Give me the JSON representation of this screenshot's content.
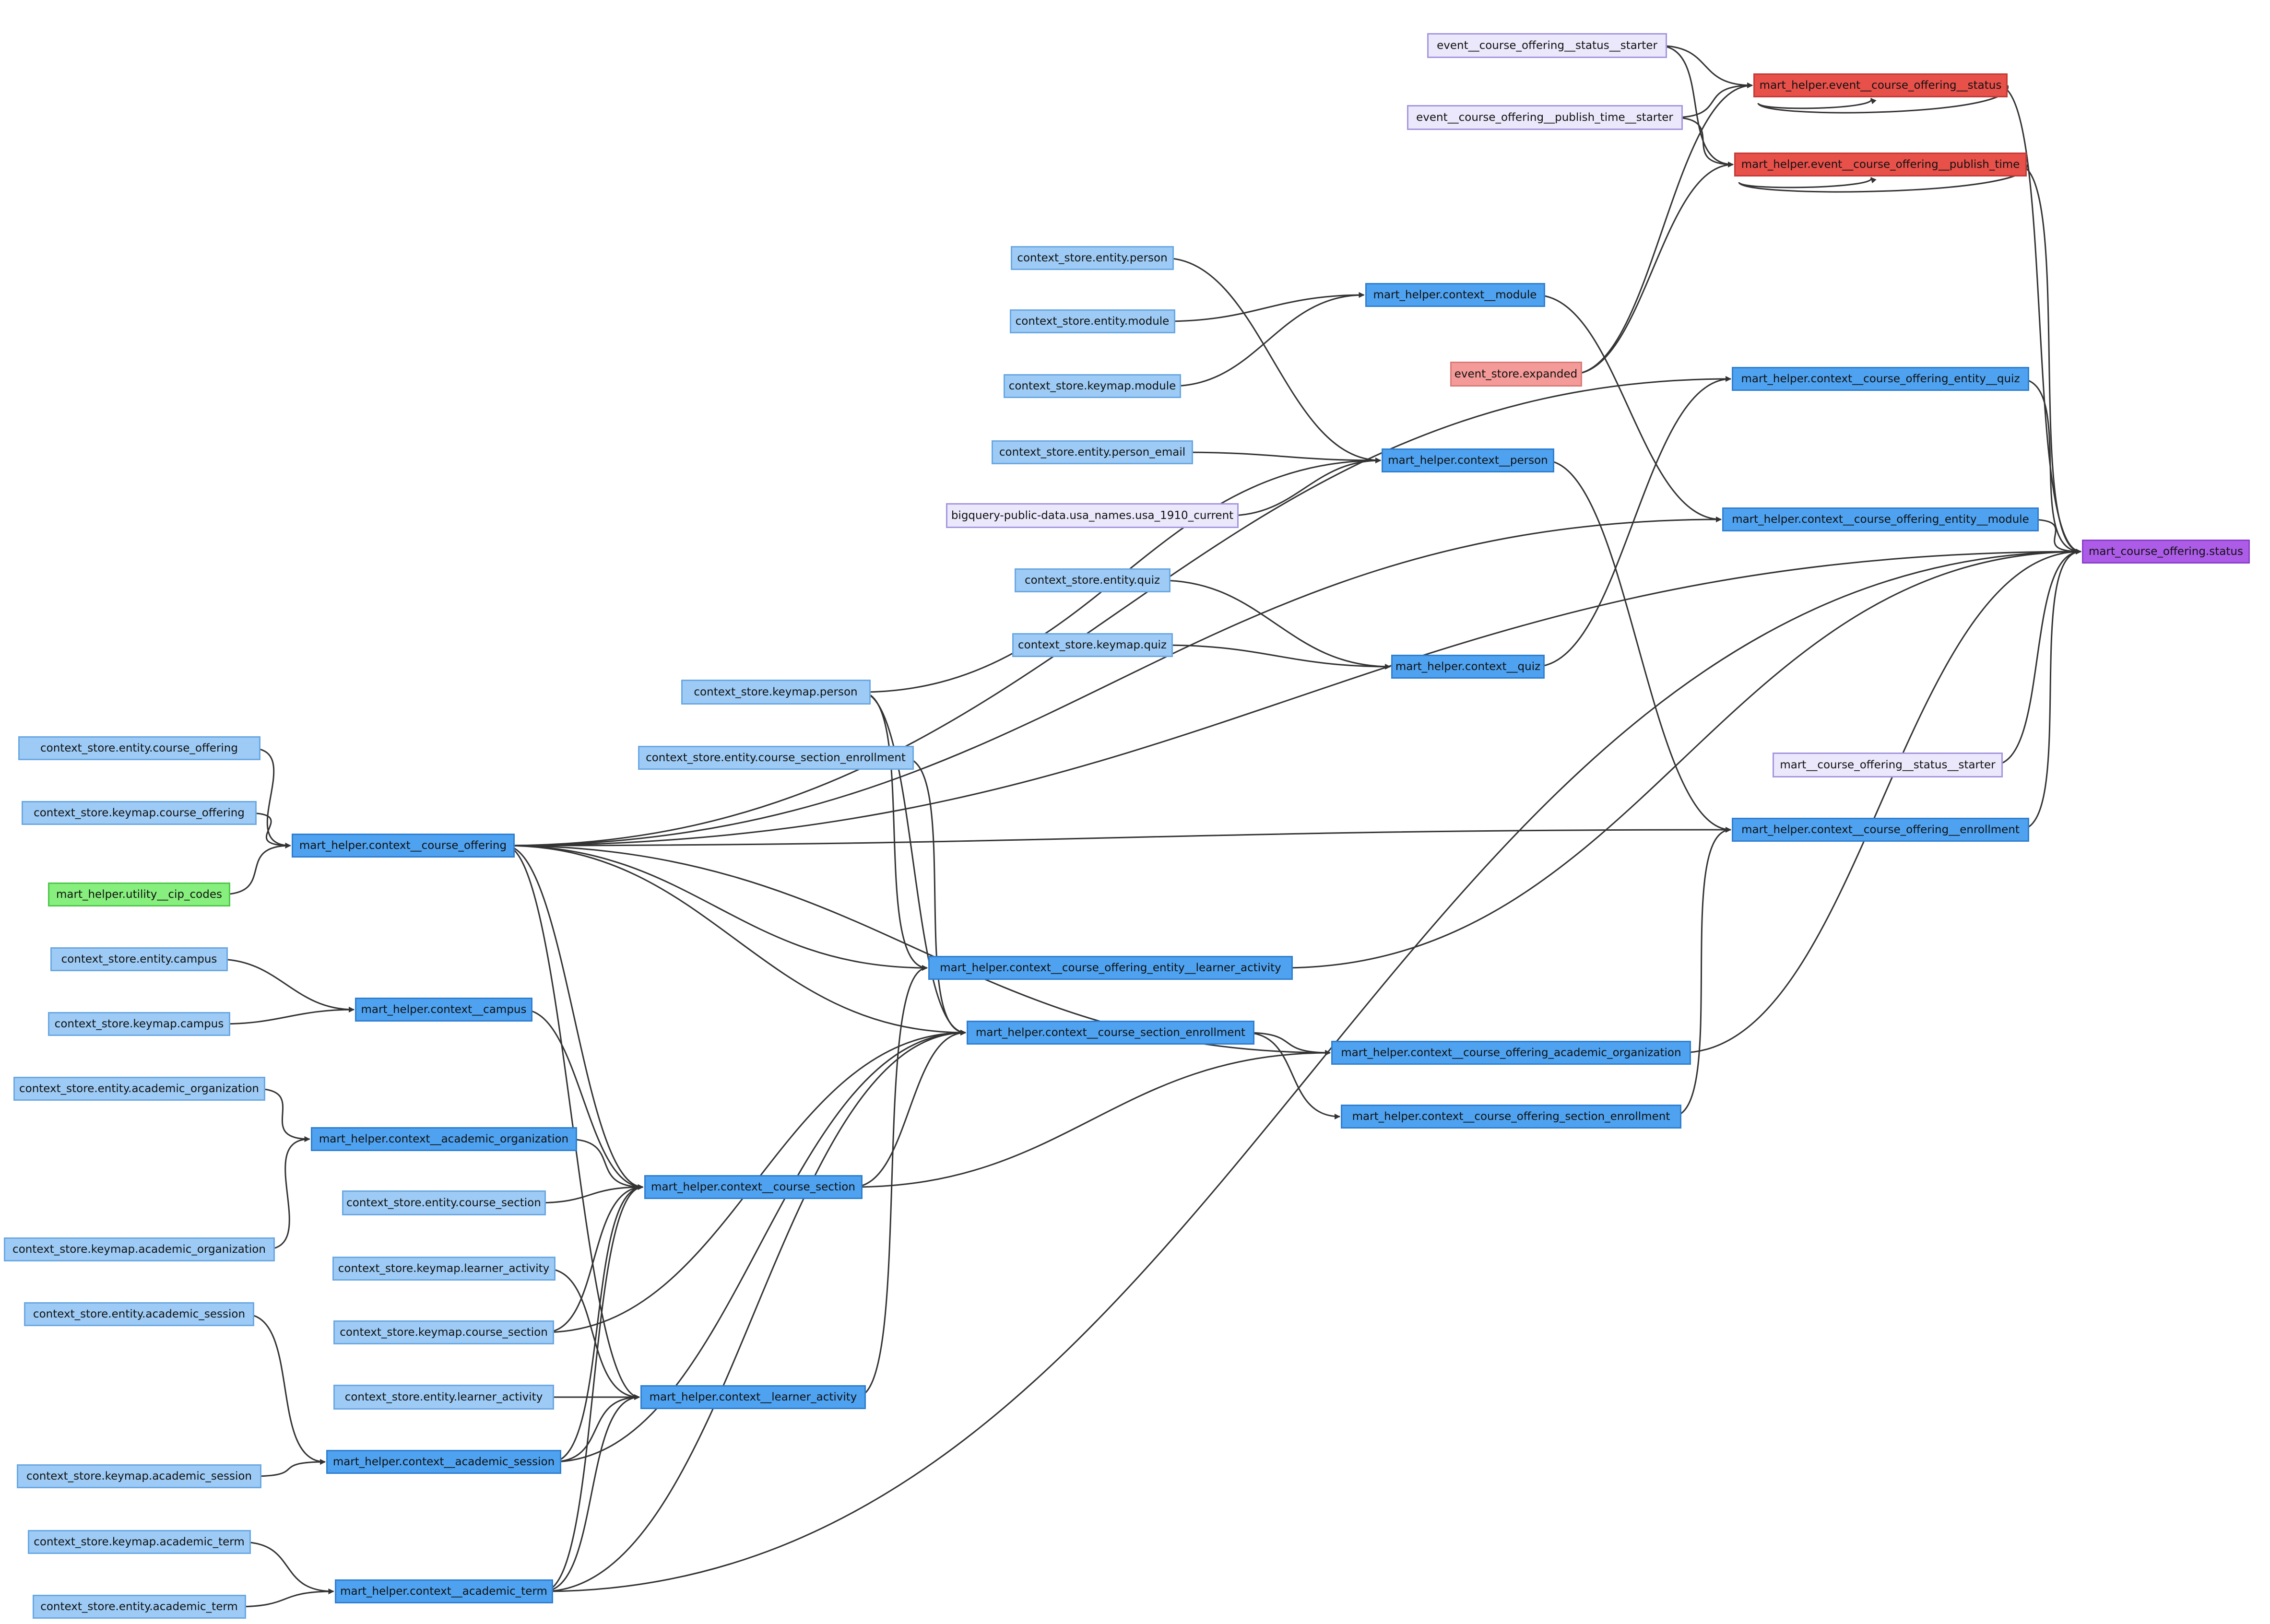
{
  "nodes": [
    {
      "id": "ev_status_starter",
      "label": "event__course_offering__status__starter",
      "kind": "st"
    },
    {
      "id": "ev_publish_starter",
      "label": "event__course_offering__publish_time__starter",
      "kind": "st"
    },
    {
      "id": "ev_status",
      "label": "mart_helper.event__course_offering__status",
      "kind": "ev"
    },
    {
      "id": "ev_publish",
      "label": "mart_helper.event__course_offering__publish_time",
      "kind": "ev"
    },
    {
      "id": "ent_person",
      "label": "context_store.entity.person",
      "kind": "src"
    },
    {
      "id": "ent_module",
      "label": "context_store.entity.module",
      "kind": "src"
    },
    {
      "id": "key_module",
      "label": "context_store.keymap.module",
      "kind": "src"
    },
    {
      "id": "ctx_module",
      "label": "mart_helper.context__module",
      "kind": "ctx"
    },
    {
      "id": "event_expanded",
      "label": "event_store.expanded",
      "kind": "evs"
    },
    {
      "id": "ctx_co_quiz",
      "label": "mart_helper.context__course_offering_entity__quiz",
      "kind": "ctx"
    },
    {
      "id": "ent_person_email",
      "label": "context_store.entity.person_email",
      "kind": "src"
    },
    {
      "id": "ctx_person",
      "label": "mart_helper.context__person",
      "kind": "ctx"
    },
    {
      "id": "bq_names",
      "label": "bigquery-public-data.usa_names.usa_1910_current",
      "kind": "st"
    },
    {
      "id": "ctx_co_module",
      "label": "mart_helper.context__course_offering_entity__module",
      "kind": "ctx"
    },
    {
      "id": "mart_status",
      "label": "mart_course_offering.status",
      "kind": "mart"
    },
    {
      "id": "ent_quiz",
      "label": "context_store.entity.quiz",
      "kind": "src"
    },
    {
      "id": "key_quiz",
      "label": "context_store.keymap.quiz",
      "kind": "src"
    },
    {
      "id": "ctx_quiz",
      "label": "mart_helper.context__quiz",
      "kind": "ctx"
    },
    {
      "id": "key_person",
      "label": "context_store.keymap.person",
      "kind": "src"
    },
    {
      "id": "ent_co",
      "label": "context_store.entity.course_offering",
      "kind": "src"
    },
    {
      "id": "ent_cse",
      "label": "context_store.entity.course_section_enrollment",
      "kind": "src"
    },
    {
      "id": "mart_starter",
      "label": "mart__course_offering__status__starter",
      "kind": "st"
    },
    {
      "id": "key_co",
      "label": "context_store.keymap.course_offering",
      "kind": "src"
    },
    {
      "id": "ctx_co",
      "label": "mart_helper.context__course_offering",
      "kind": "ctx"
    },
    {
      "id": "ctx_co_enroll",
      "label": "mart_helper.context__course_offering__enrollment",
      "kind": "ctx"
    },
    {
      "id": "util_cip",
      "label": "mart_helper.utility__cip_codes",
      "kind": "util"
    },
    {
      "id": "ent_campus",
      "label": "context_store.entity.campus",
      "kind": "src"
    },
    {
      "id": "ctx_co_la",
      "label": "mart_helper.context__course_offering_entity__learner_activity",
      "kind": "ctx"
    },
    {
      "id": "key_campus",
      "label": "context_store.keymap.campus",
      "kind": "src"
    },
    {
      "id": "ctx_campus",
      "label": "mart_helper.context__campus",
      "kind": "ctx"
    },
    {
      "id": "ctx_cse",
      "label": "mart_helper.context__course_section_enrollment",
      "kind": "ctx"
    },
    {
      "id": "ctx_co_ao",
      "label": "mart_helper.context__course_offering_academic_organization",
      "kind": "ctx"
    },
    {
      "id": "ent_ao",
      "label": "context_store.entity.academic_organization",
      "kind": "src"
    },
    {
      "id": "ctx_ao",
      "label": "mart_helper.context__academic_organization",
      "kind": "ctx"
    },
    {
      "id": "ctx_co_se",
      "label": "mart_helper.context__course_offering_section_enrollment",
      "kind": "ctx"
    },
    {
      "id": "ent_cs",
      "label": "context_store.entity.course_section",
      "kind": "src"
    },
    {
      "id": "ctx_cs",
      "label": "mart_helper.context__course_section",
      "kind": "ctx"
    },
    {
      "id": "key_ao",
      "label": "context_store.keymap.academic_organization",
      "kind": "src"
    },
    {
      "id": "key_la",
      "label": "context_store.keymap.learner_activity",
      "kind": "src"
    },
    {
      "id": "ent_as",
      "label": "context_store.entity.academic_session",
      "kind": "src"
    },
    {
      "id": "key_cs",
      "label": "context_store.keymap.course_section",
      "kind": "src"
    },
    {
      "id": "ent_la",
      "label": "context_store.entity.learner_activity",
      "kind": "src"
    },
    {
      "id": "ctx_la",
      "label": "mart_helper.context__learner_activity",
      "kind": "ctx"
    },
    {
      "id": "ctx_as",
      "label": "mart_helper.context__academic_session",
      "kind": "ctx"
    },
    {
      "id": "key_as",
      "label": "context_store.keymap.academic_session",
      "kind": "src"
    },
    {
      "id": "key_at",
      "label": "context_store.keymap.academic_term",
      "kind": "src"
    },
    {
      "id": "ctx_at",
      "label": "mart_helper.context__academic_term",
      "kind": "ctx"
    },
    {
      "id": "ent_at",
      "label": "context_store.entity.academic_term",
      "kind": "src"
    }
  ],
  "edges": [
    [
      "ev_status_starter",
      "ev_status"
    ],
    [
      "ev_publish_starter",
      "ev_publish"
    ],
    [
      "ev_status_starter",
      "ev_publish"
    ],
    [
      "ev_publish_starter",
      "ev_status"
    ],
    [
      "ev_status",
      "ev_status"
    ],
    [
      "ev_publish",
      "ev_publish"
    ],
    [
      "event_expanded",
      "ev_status"
    ],
    [
      "event_expanded",
      "ev_publish"
    ],
    [
      "ev_status",
      "mart_status"
    ],
    [
      "ev_publish",
      "mart_status"
    ],
    [
      "ent_person",
      "ctx_person"
    ],
    [
      "ent_module",
      "ctx_module"
    ],
    [
      "key_module",
      "ctx_module"
    ],
    [
      "ent_person_email",
      "ctx_person"
    ],
    [
      "bq_names",
      "ctx_person"
    ],
    [
      "key_person",
      "ctx_person"
    ],
    [
      "ent_quiz",
      "ctx_quiz"
    ],
    [
      "key_quiz",
      "ctx_quiz"
    ],
    [
      "ctx_module",
      "ctx_co_module"
    ],
    [
      "ctx_quiz",
      "ctx_co_quiz"
    ],
    [
      "ctx_co",
      "ctx_co_quiz"
    ],
    [
      "ctx_co",
      "ctx_co_module"
    ],
    [
      "ctx_co",
      "mart_status"
    ],
    [
      "ctx_co_quiz",
      "mart_status"
    ],
    [
      "ctx_co_module",
      "mart_status"
    ],
    [
      "mart_starter",
      "mart_status"
    ],
    [
      "ctx_person",
      "ctx_co_enroll"
    ],
    [
      "ctx_co",
      "ctx_co_enroll"
    ],
    [
      "ctx_co_enroll",
      "mart_status"
    ],
    [
      "ent_co",
      "ctx_co"
    ],
    [
      "key_co",
      "ctx_co"
    ],
    [
      "util_cip",
      "ctx_co"
    ],
    [
      "ent_campus",
      "ctx_campus"
    ],
    [
      "key_campus",
      "ctx_campus"
    ],
    [
      "ent_ao",
      "ctx_ao"
    ],
    [
      "key_ao",
      "ctx_ao"
    ],
    [
      "ent_cs",
      "ctx_cs"
    ],
    [
      "ent_as",
      "ctx_as"
    ],
    [
      "key_as",
      "ctx_as"
    ],
    [
      "key_at",
      "ctx_at"
    ],
    [
      "ent_at",
      "ctx_at"
    ],
    [
      "ctx_campus",
      "ctx_cs"
    ],
    [
      "ctx_ao",
      "ctx_cs"
    ],
    [
      "ctx_co",
      "ctx_cs"
    ],
    [
      "key_cs",
      "ctx_cs"
    ],
    [
      "ctx_as",
      "ctx_cs"
    ],
    [
      "ctx_at",
      "ctx_cs"
    ],
    [
      "ent_la",
      "ctx_la"
    ],
    [
      "key_la",
      "ctx_la"
    ],
    [
      "ctx_co",
      "ctx_la"
    ],
    [
      "ctx_as",
      "ctx_la"
    ],
    [
      "ctx_at",
      "ctx_la"
    ],
    [
      "ctx_co",
      "ctx_co_la"
    ],
    [
      "key_person",
      "ctx_co_la"
    ],
    [
      "ctx_la",
      "ctx_co_la"
    ],
    [
      "ctx_co",
      "ctx_cse"
    ],
    [
      "ent_cse",
      "ctx_cse"
    ],
    [
      "key_person",
      "ctx_cse"
    ],
    [
      "ctx_cs",
      "ctx_cse"
    ],
    [
      "key_cs",
      "ctx_cse"
    ],
    [
      "ctx_as",
      "ctx_cse"
    ],
    [
      "ctx_at",
      "ctx_cse"
    ],
    [
      "ctx_co",
      "ctx_co_ao"
    ],
    [
      "ctx_cs",
      "ctx_co_ao"
    ],
    [
      "ctx_cse",
      "ctx_co_ao"
    ],
    [
      "ctx_cse",
      "ctx_co_se"
    ],
    [
      "ctx_co_se",
      "ctx_co_enroll"
    ],
    [
      "ctx_co_la",
      "mart_status"
    ],
    [
      "ctx_co_ao",
      "mart_status"
    ],
    [
      "ctx_at",
      "mart_status"
    ]
  ]
}
